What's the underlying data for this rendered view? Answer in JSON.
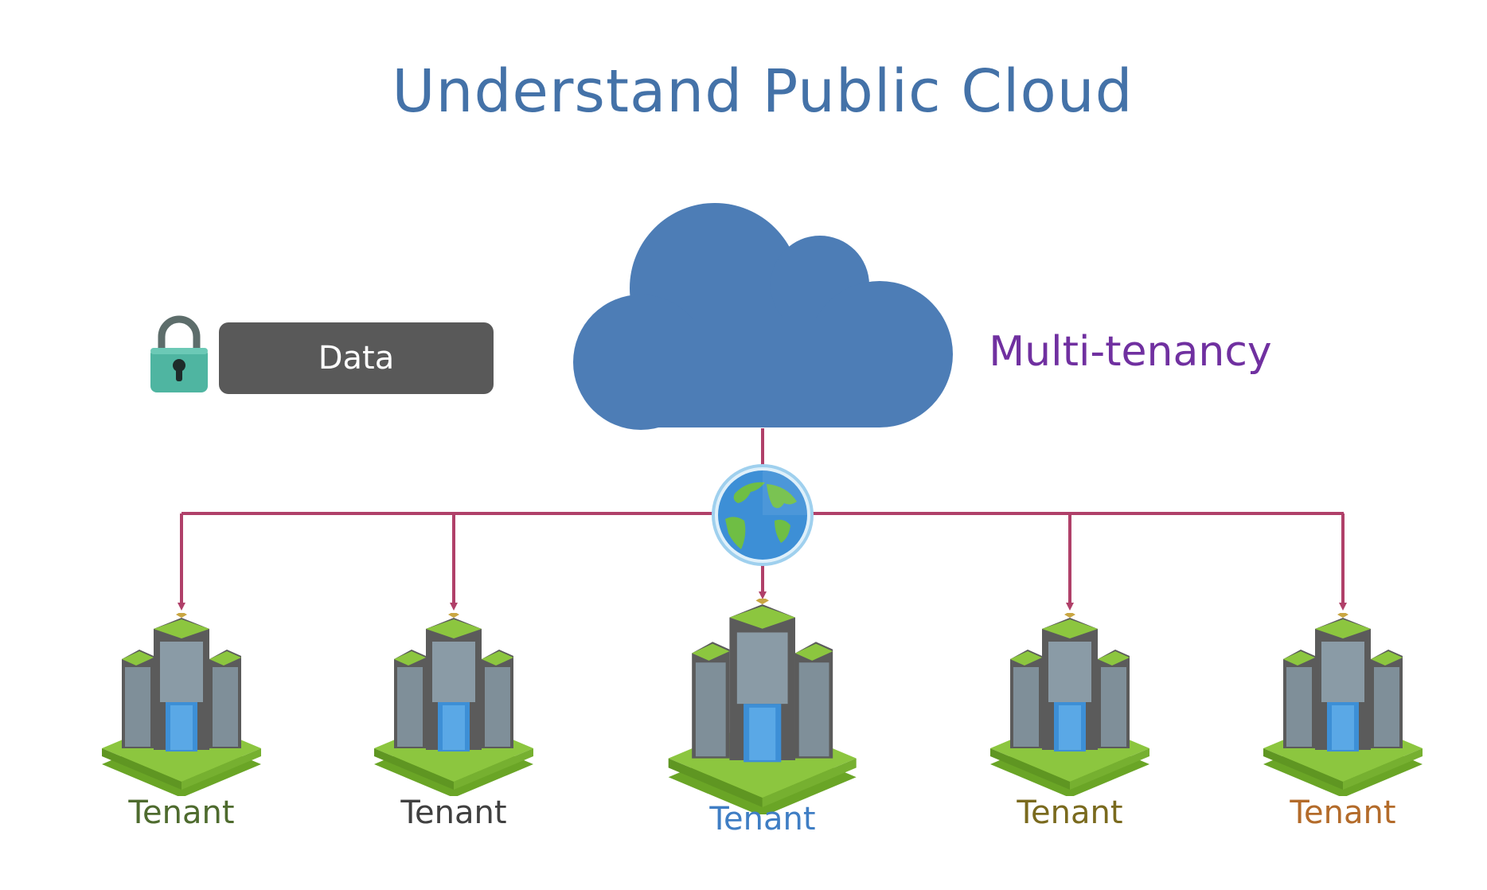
{
  "title": "Understand Public Cloud",
  "data_label": "Data",
  "multitenancy_label": "Multi-tenancy",
  "colors": {
    "title": "#4472a8",
    "cloud": "#4d7db6",
    "connector": "#b04069",
    "multitenancy": "#7030a0",
    "data_box": "#595959",
    "lock": "#4fb5a1",
    "building_base": "#8cc63f"
  },
  "icons": {
    "lock": "padlock-icon",
    "cloud": "cloud-icon",
    "globe": "globe-icon",
    "building": "office-building-icon"
  },
  "tenants": [
    {
      "label": "Tenant",
      "color": "#4e6b2e"
    },
    {
      "label": "Tenant",
      "color": "#404040"
    },
    {
      "label": "Tenant",
      "color": "#3f7ec4"
    },
    {
      "label": "Tenant",
      "color": "#7a6a1e"
    },
    {
      "label": "Tenant",
      "color": "#b36b2a"
    }
  ]
}
